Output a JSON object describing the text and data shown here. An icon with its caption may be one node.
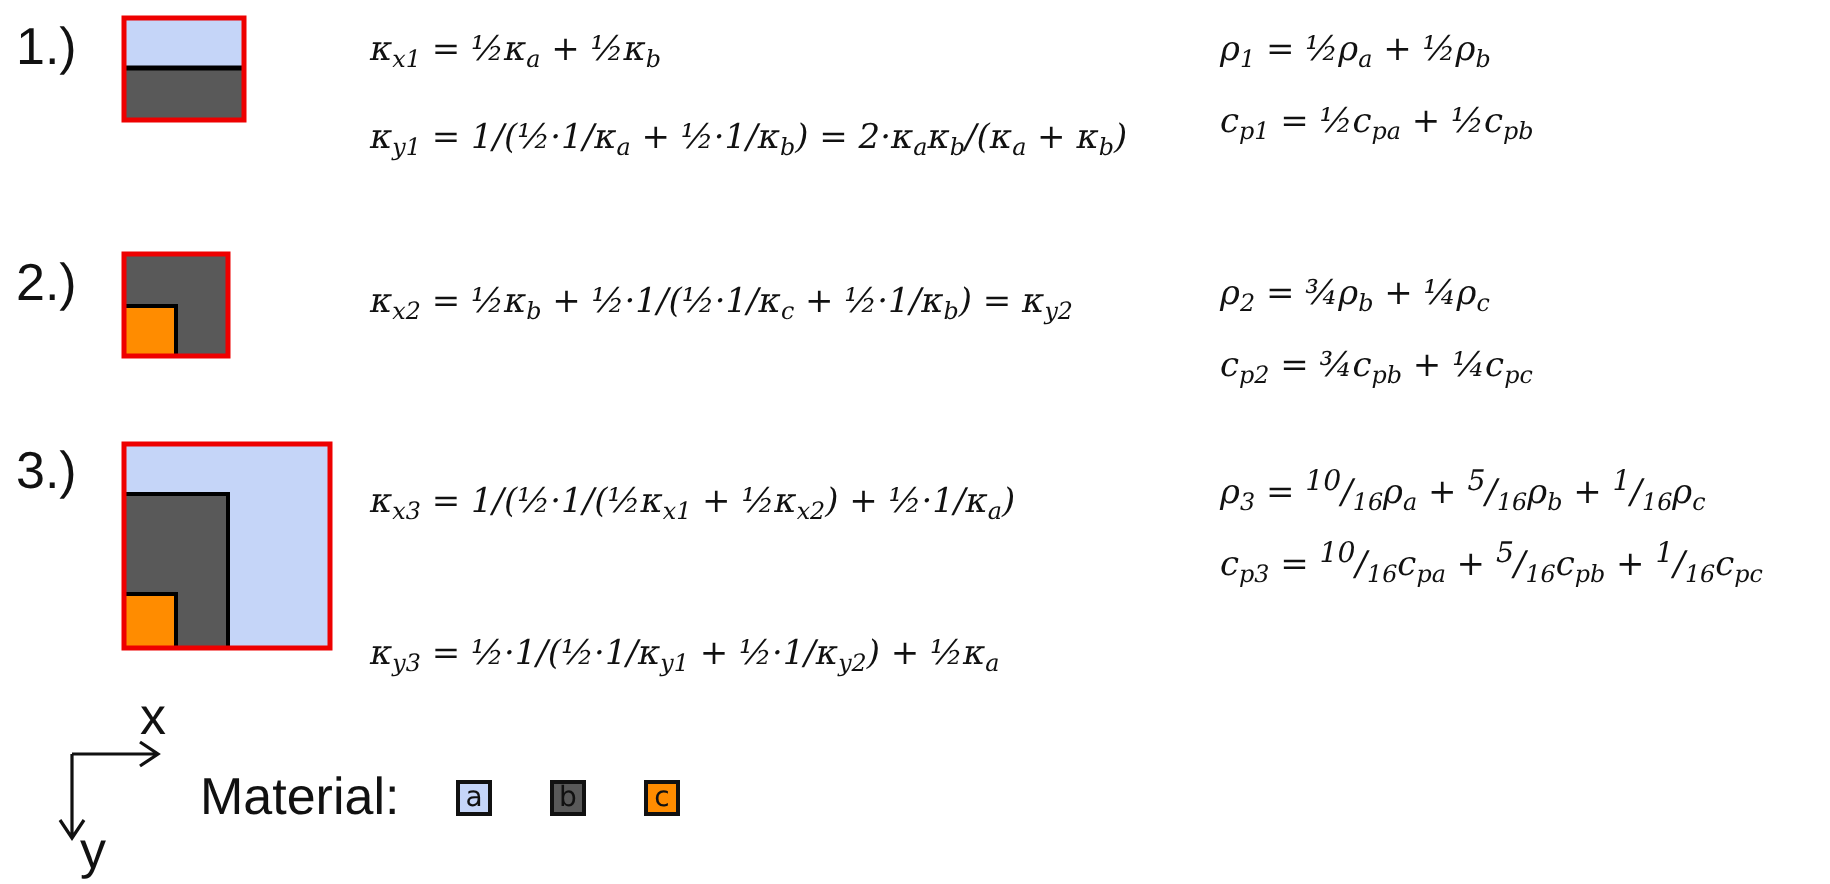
{
  "diagram": {
    "labels": [
      "1.)",
      "κ$_{x1}$ = ½κ$_{a}$ + ½κ$_{b}$",
      "ρ$_{1}$ = ½ρ$_{a}$ + ½ρ$_{b}$",
      "κ$_{y1}$ = 1/(½·1/κ$_{a}$ + ½·1/κ$_{b}$) = 2·κ$_{a}$κ$_{b}$/(κ$_{a}$ + κ$_{b}$)",
      "c$_{p1}$ = ½c$_{pa}$ + ½c$_{pb}$",
      "2.)",
      "κ$_{x2}$ = ½κ$_{b}$ + ½·1/(½·1/κ$_{c}$ + ½·1/κ$_{b}$) = κ$_{y2}$",
      "ρ$_{2}$ = ¾ρ$_{b}$ + ¼ρ$_{c}$",
      "c$_{p2}$ = ¾c$_{pb}$ + ¼c$_{pc}$",
      "3.)",
      "κ$_{x3}$ = 1/(½·1/(½κ$_{x1}$ + ½κ$_{x2}$) + ½·1/κ$_{a}$)",
      "ρ$_{3}$ = $^{10}$/$_{16}$ρ$_{a}$ + $^{5}$/$_{16}$ρ$_{b}$ + $^{1}$/$_{16}$ρ$_{c}$",
      "c$_{p3}$ = $^{10}$/$_{16}$c$_{pa}$ + $^{5}$/$_{16}$c$_{pb}$ + $^{1}$/$_{16}$c$_{pc}$",
      "κ$_{y3}$ = ½·1/(½·1/κ$_{y1}$ + ½·1/κ$_{y2}$) + ½κ$_{a}$",
      "x",
      "Material:",
      "y"
    ],
    "legend": [
      {
        "text": "a",
        "color": "#c5d5f8"
      },
      {
        "text": "b",
        "color": "#595959"
      },
      {
        "text": "c",
        "color": "#ff8c00"
      }
    ]
  }
}
